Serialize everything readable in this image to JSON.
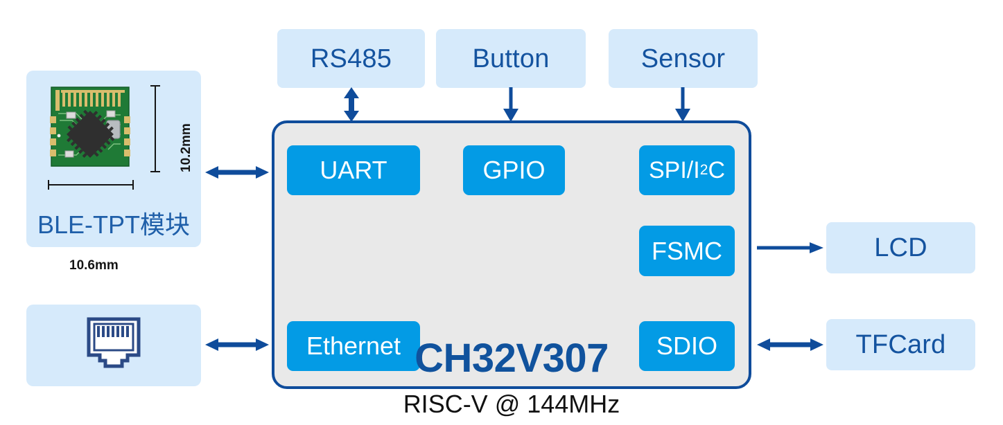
{
  "diagram": {
    "title": "CH32V307 system block diagram",
    "colors": {
      "peripheral_box_bg": "#d6eafb",
      "peripheral_box_text": "#14539f",
      "interface_box_bg": "#039be5",
      "interface_box_text": "#ffffff",
      "mcu_fill": "#e9e9e9",
      "mcu_border": "#0f4c9b",
      "mcu_title_text": "#10529d",
      "arrow": "#0f4c9b",
      "pcb_green": "#1c7a35",
      "pcb_gold": "#d6b866",
      "chip_black": "#2e2e2e"
    }
  },
  "mcu": {
    "name": "CH32V307",
    "subtitle": "RISC-V @ 144MHz",
    "interfaces": [
      {
        "label": "UART",
        "name": "uart"
      },
      {
        "label": "GPIO",
        "name": "gpio"
      },
      {
        "label": "SPI/I",
        "name": "spi-i2c",
        "sup": "2",
        "suffix": "C"
      },
      {
        "label": "FSMC",
        "name": "fsmc"
      },
      {
        "label": "Ethernet",
        "name": "ethernet"
      },
      {
        "label": "SDIO",
        "name": "sdio"
      }
    ]
  },
  "peripherals": {
    "top": [
      {
        "label": "RS485",
        "name": "rs485",
        "link": "bidirectional"
      },
      {
        "label": "Button",
        "name": "button",
        "link": "into-mcu"
      },
      {
        "label": "Sensor",
        "name": "sensor",
        "link": "into-mcu"
      }
    ],
    "right": [
      {
        "label": "LCD",
        "name": "lcd",
        "link": "from-mcu"
      },
      {
        "label": "TFCard",
        "name": "tfcard",
        "link": "bidirectional"
      }
    ],
    "left": [
      {
        "label": "BLE-TPT模块",
        "name": "ble-tpt-module",
        "link": "bidirectional",
        "dimensions": {
          "width": "10.6mm",
          "height": "10.2mm"
        },
        "icon": "pcb-module-photo"
      },
      {
        "label": "",
        "name": "rj45-ethernet-jack",
        "link": "bidirectional",
        "icon": "rj45-jack-icon"
      }
    ]
  }
}
